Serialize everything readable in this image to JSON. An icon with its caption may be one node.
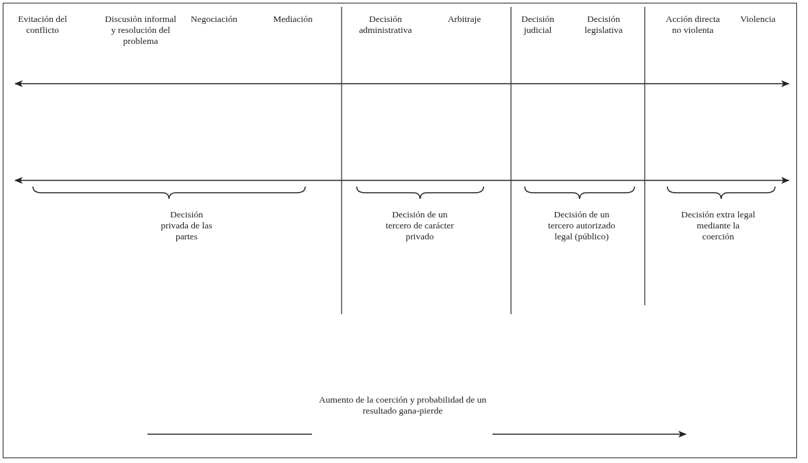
{
  "diagram": {
    "labels": [
      "Evitación del conflicto",
      "Discusión informal y resolución del problema",
      "Negociación",
      "Mediación",
      "Decisión administrativa",
      "Arbitraje",
      "Decisión judicial",
      "Decisión legislativa",
      "Acción directa no violenta",
      "Violencia",
      "Decisión privada de las partes",
      "Decisión de un tercero de carácter privado",
      "Decisión de un tercero autorizado legal (público)",
      "Decisión extra legal mediante la coerción",
      "Aumento de la coerción y probabilidad de un resultado gana-pierde"
    ]
  }
}
